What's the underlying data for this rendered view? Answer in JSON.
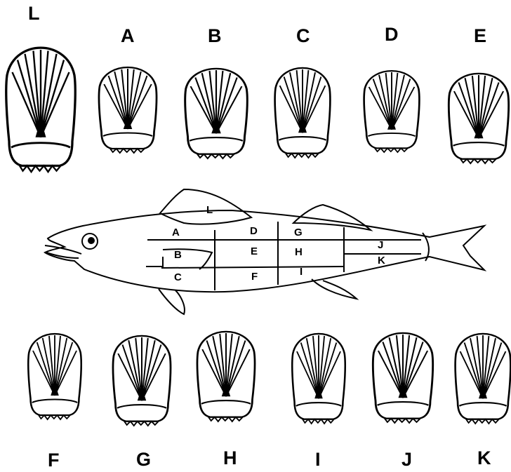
{
  "scale_labels": {
    "L": "L",
    "A": "A",
    "B": "B",
    "C": "C",
    "D": "D",
    "E": "E",
    "F": "F",
    "G": "G",
    "H": "H",
    "I": "I",
    "J": "J",
    "K": "K"
  },
  "region_labels": {
    "L": "L",
    "A": "A",
    "B": "B",
    "C": "C",
    "D": "D",
    "E": "E",
    "F": "F",
    "G": "G",
    "H": "H",
    "I": "I",
    "J": "J",
    "K": "K"
  },
  "colors": {
    "ink": "#000000",
    "paper": "#ffffff"
  }
}
